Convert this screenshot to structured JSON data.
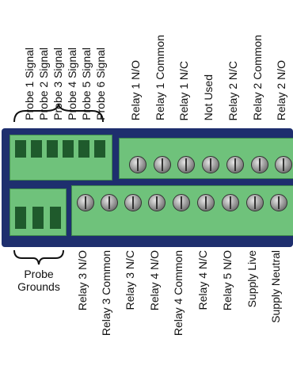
{
  "top_probe_labels": [
    "Probe 1 Signal",
    "Probe 2 Signal",
    "Probe 3 Signal",
    "Probe 4 Signal",
    "Probe 5 Signal",
    "Probe 6 Signal"
  ],
  "top_relay_labels": [
    "Relay 1 N/O",
    "Relay 1 Common",
    "Relay 1 N/C",
    "Not Used",
    "Relay 2 N/C",
    "Relay 2 Common",
    "Relay 2 N/O"
  ],
  "probe_grounds": [
    "Probe",
    "Grounds"
  ],
  "bottom_labels": [
    "Relay 3 N/O",
    "Relay 3 Common",
    "Relay 3 N/C",
    "Relay 4 N/O",
    "Relay 4 Common",
    "Relay 4 N/C",
    "Relay 5 N/O",
    "Supply Live",
    "Supply Neutral"
  ]
}
